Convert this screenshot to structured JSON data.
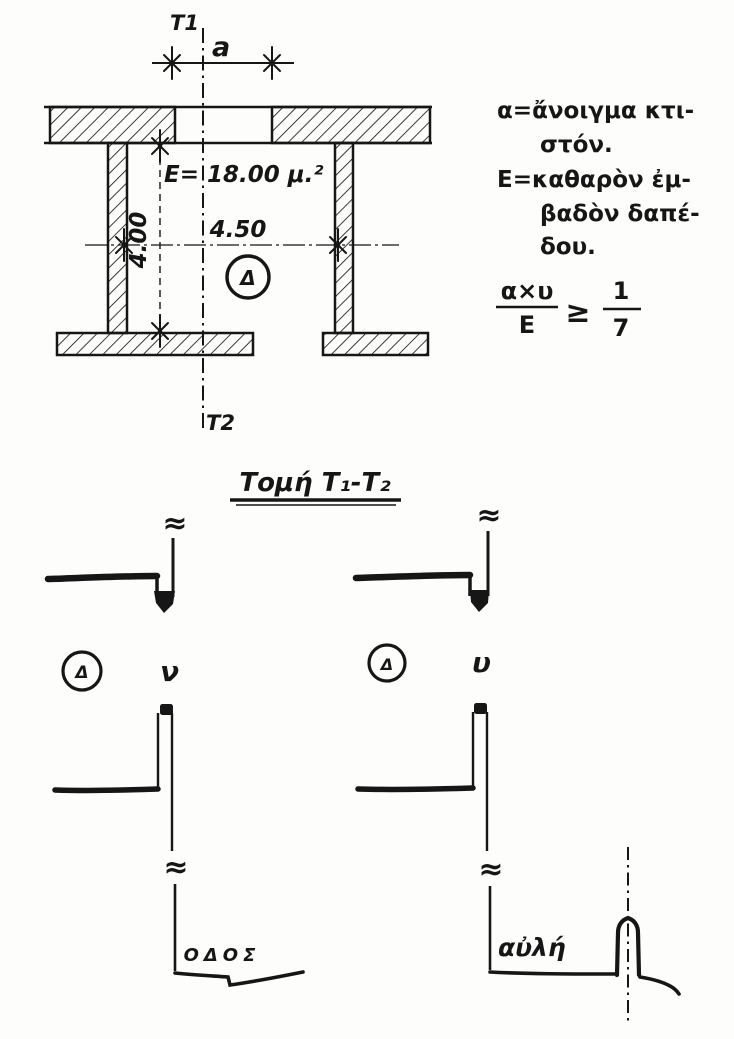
{
  "drawing": {
    "plan": {
      "section_mark_top": "T1",
      "section_mark_bottom": "T2",
      "opening_dim_label": "a",
      "area_text": "E= 18.00 μ.²",
      "width_dim": "4.50",
      "depth_dim": "4.00",
      "room_symbol": "Δ"
    },
    "legend": {
      "line1": "α=ἄνοιγμα κτι-",
      "line2": "στόν.",
      "line3": "Ε=καθαρὸν ἐμ-",
      "line4": "βαδὸν δαπέ-",
      "line5": "δου."
    },
    "formula": {
      "numerator": "α×υ",
      "denominator": "E",
      "relation": "≥",
      "rhs_numerator": "1",
      "rhs_denominator": "7"
    },
    "section": {
      "heading": "Τομή Τ₁-Τ₂",
      "break_symbol": "≈",
      "left": {
        "room_symbol": "Δ",
        "height_label": "ν",
        "ground_label": "ΟΔΟΣ"
      },
      "right": {
        "room_symbol": "Δ",
        "height_label": "υ",
        "ground_label": "αὐλή"
      }
    }
  },
  "colors": {
    "ink": "#161616",
    "paper": "#fdfdfb"
  }
}
